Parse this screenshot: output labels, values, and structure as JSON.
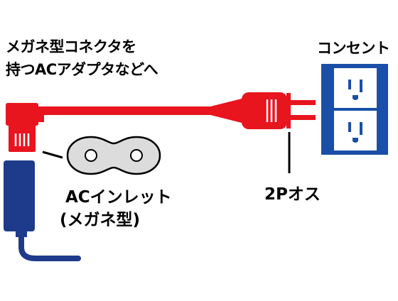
{
  "labels": {
    "title_line1": "メガネ型コネクタを",
    "title_line2": "持つACアダプタなどへ",
    "outlet": "コンセント",
    "inlet_line1": "ACインレット",
    "inlet_line2": "(メガネ型)",
    "plug": "2Pオス"
  },
  "colors": {
    "cable_red": "#e8141e",
    "adapter_blue": "#1e3a8a",
    "outlet_blue": "#1a4fa8",
    "inlet_gray": "#dcdcdc",
    "line_black": "#000000",
    "text": "#000000"
  },
  "icons": {
    "connector": "angled-iec-c7-connector",
    "adapter": "ac-adapter-body",
    "inlet": "figure-8-inlet",
    "plug": "two-prong-plug",
    "outlet": "duplex-wall-outlet"
  }
}
